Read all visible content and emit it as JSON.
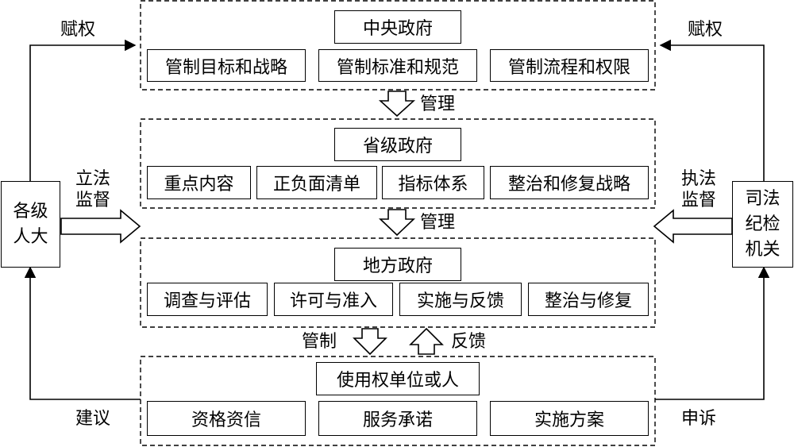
{
  "tiers": {
    "central": {
      "title": "中央政府",
      "items": [
        "管制目标和战略",
        "管制标准和规范",
        "管制流程和权限"
      ]
    },
    "provincial": {
      "title": "省级政府",
      "items": [
        "重点内容",
        "正负面清单",
        "指标体系",
        "整治和修复战略"
      ]
    },
    "local": {
      "title": "地方政府",
      "items": [
        "调查与评估",
        "许可与准入",
        "实施与反馈",
        "整治与修复"
      ]
    },
    "user": {
      "title": "使用权单位或人",
      "items": [
        "资格资信",
        "服务承诺",
        "实施方案"
      ]
    }
  },
  "left_box": {
    "lines": [
      "各级",
      "人大"
    ]
  },
  "right_box": {
    "lines": [
      "司法",
      "纪检",
      "机关"
    ]
  },
  "labels": {
    "empower_left": "赋权",
    "empower_right": "赋权",
    "legislate_line1": "立法",
    "legislate_line2": "监督",
    "enforce_line1": "执法",
    "enforce_line2": "监督",
    "suggest": "建议",
    "appeal": "申诉",
    "manage_1": "管理",
    "manage_2": "管理",
    "control": "管制",
    "feedback": "反馈"
  }
}
